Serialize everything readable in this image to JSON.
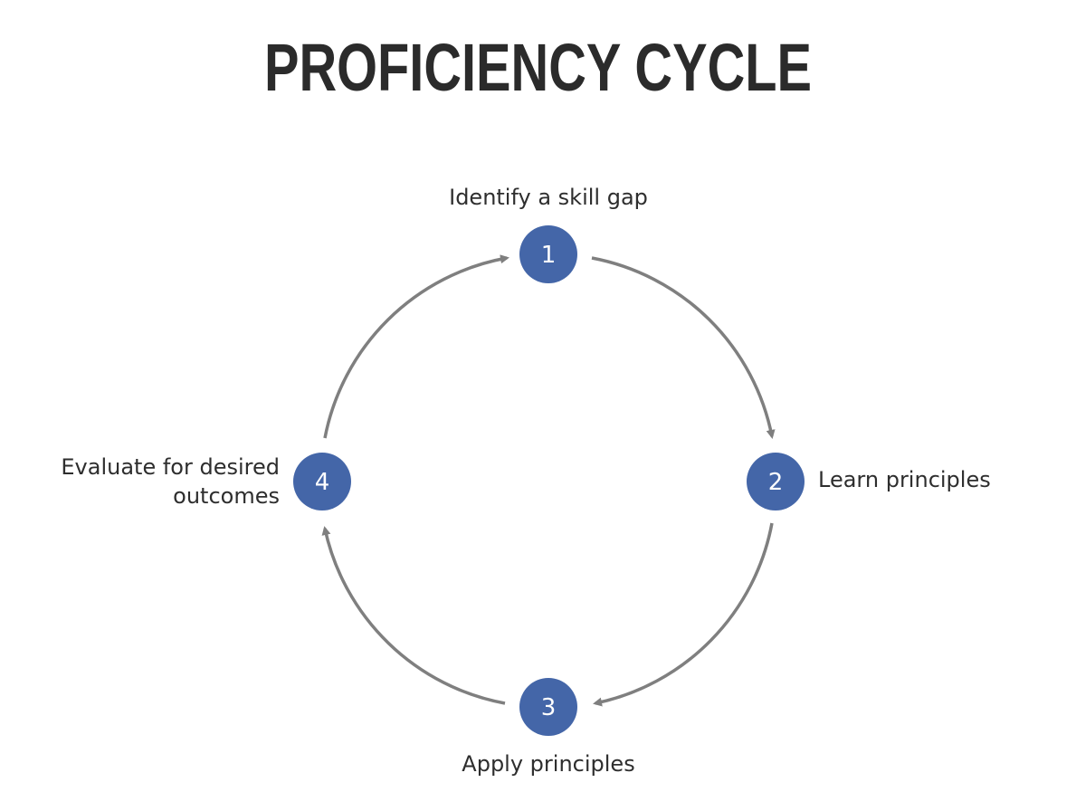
{
  "title": "PROFICIENCY CYCLE",
  "colors": {
    "node_fill": "#4466a8",
    "arrow": "#7f7f7f",
    "title": "#2b2b2b",
    "text": "#2e2e2e"
  },
  "steps": [
    {
      "number": "1",
      "label": "Identify a skill gap"
    },
    {
      "number": "2",
      "label": "Learn principles"
    },
    {
      "number": "3",
      "label": "Apply principles"
    },
    {
      "number": "4",
      "label_line1": "Evaluate for desired",
      "label_line2": "outcomes"
    }
  ]
}
